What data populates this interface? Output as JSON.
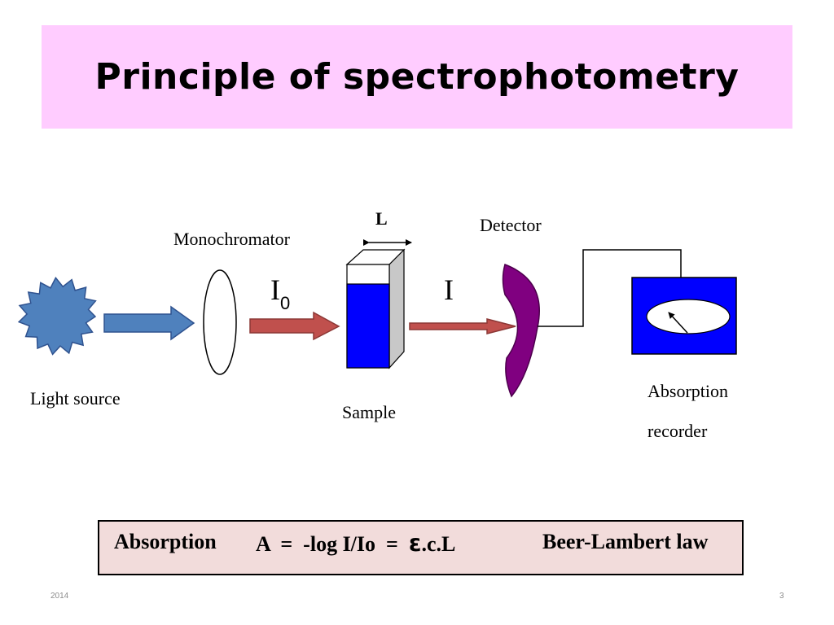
{
  "title": "Principle of spectrophotometry",
  "labels": {
    "light_source": "Light source",
    "monochromator": "Monochromator",
    "i0_main": "I",
    "i0_sub": "0",
    "sample": "Sample",
    "path_length": "L",
    "intensity": "I",
    "detector": "Detector",
    "recorder_line1": "Absorption",
    "recorder_line2": "recorder"
  },
  "formula": {
    "term": "Absorption",
    "equation_a": "A  =  ",
    "minus": "-",
    "equation_b": "log I/Io  =  ",
    "epsilon": "ε",
    "equation_c": ".c.L",
    "law": "Beer-Lambert law"
  },
  "footer": {
    "year": "2014",
    "page": "3"
  },
  "colors": {
    "title_bg": "#ffccff",
    "light_source": "#4f81bd",
    "arrow_blue": "#4f81bd",
    "arrow_red": "#c0504d",
    "cuvette_liquid": "#0000ff",
    "detector": "#800080",
    "recorder": "#0000ff",
    "formula_bg": "#f2dcdb"
  }
}
